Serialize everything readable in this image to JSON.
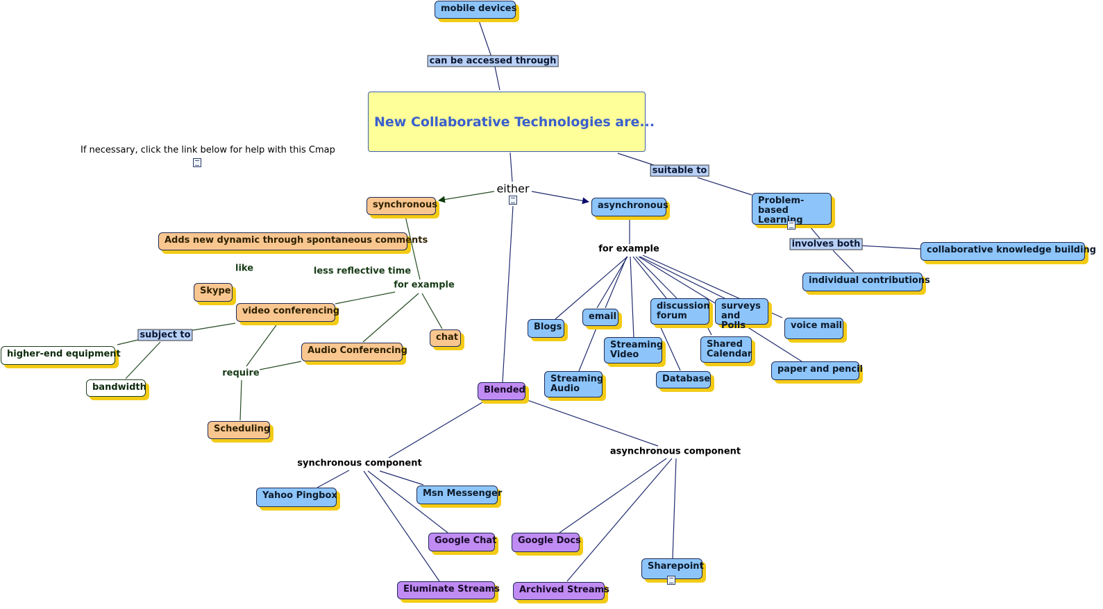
{
  "main_title": "New Collaborative Technologies are...",
  "help_note": "If necessary, click the link below for help with this Cmap",
  "nodes": {
    "mobile_devices": "mobile devices",
    "synchronous": "synchronous",
    "asynchronous": "asynchronous",
    "problem_based_learning": "Problem-based Learning",
    "adds_new_dynamic": "Adds new dynamic through spontaneous comments",
    "skype": "Skype",
    "video_conferencing": "video conferencing",
    "higher_end_equipment": "higher-end equipment",
    "bandwidth": "bandwidth",
    "audio_conferencing": "Audio Conferencing",
    "chat": "chat",
    "scheduling": "Scheduling",
    "blended": "Blended",
    "blogs": "Blogs",
    "email": "email",
    "discussion_forum": "discussion forum",
    "surveys_polls": "surveys and Polls",
    "voice_mail": "voice mail",
    "streaming_video": "Streaming Video",
    "shared_calendar": "Shared Calendar",
    "streaming_audio": "Streaming Audio",
    "database": "Database",
    "paper_pencil": "paper and pencil",
    "collaborative_knowledge": "collaborative knowledge building",
    "individual_contributions": "individual contributions",
    "yahoo_pingbox": "Yahoo Pingbox",
    "msn_messenger": "Msn Messenger",
    "google_chat": "Google Chat",
    "eluminate_streams": "Eluminate Streams",
    "google_docs": "Google Docs",
    "archived_streams": "Archived Streams",
    "sharepoint": "Sharepoint"
  },
  "link_labels": {
    "can_be_accessed_through": "can be accessed through",
    "either": "either",
    "suitable_to": "suitable to",
    "involves_both": "involves both",
    "for_example_async": "for example",
    "for_example_sync": "for example",
    "like": "like",
    "less_reflective_time": "less reflective time",
    "subject_to": "subject to",
    "require": "require",
    "synchronous_component": "synchronous component",
    "asynchronous_component": "asynchronous component"
  },
  "colors": {
    "blue_node": "#8dc5fa",
    "orange_node": "#f9c690",
    "purple_node": "#c08bf2",
    "main_node": "#ffff99",
    "shadow": "#f3cb16",
    "link_line": "#1f2a6e",
    "sync_link_line": "#244a24"
  }
}
